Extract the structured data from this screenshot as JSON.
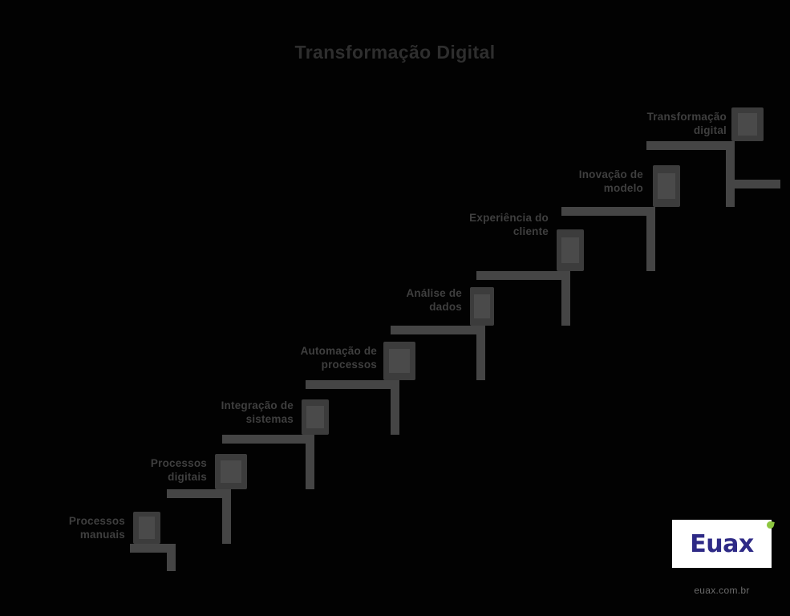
{
  "document": {
    "title": "Transformação Digital",
    "background_color": "#020202",
    "step_color": "#454545",
    "icon_color": "#3c3c3c",
    "label_color": "#3f3f3f"
  },
  "diagram": {
    "type": "staircase",
    "direction": "ascending-left-to-right",
    "step_count": 8,
    "steps": [
      {
        "index": 1,
        "label_line1": "Processos",
        "label_line2": "manuais",
        "icon": "document-icon"
      },
      {
        "index": 2,
        "label_line1": "Processos",
        "label_line2": "digitais",
        "icon": "folder-icon"
      },
      {
        "index": 3,
        "label_line1": "Integração de",
        "label_line2": "sistemas",
        "icon": "link-icon"
      },
      {
        "index": 4,
        "label_line1": "Automação de",
        "label_line2": "processos",
        "icon": "gear-icon"
      },
      {
        "index": 5,
        "label_line1": "Análise de",
        "label_line2": "dados",
        "icon": "chart-icon"
      },
      {
        "index": 6,
        "label_line1": "Experiência do",
        "label_line2": "cliente",
        "icon": "user-icon"
      },
      {
        "index": 7,
        "label_line1": "Inovação de",
        "label_line2": "modelo",
        "icon": "lightbulb-icon"
      },
      {
        "index": 8,
        "label_line1": "Transformação",
        "label_line2": "digital",
        "icon": "rocket-icon"
      }
    ]
  },
  "branding": {
    "logo_text": "Euax",
    "logo_accent_color": "#8dc63f",
    "logo_text_color": "#2e2a86",
    "url": "euax.com.br"
  }
}
